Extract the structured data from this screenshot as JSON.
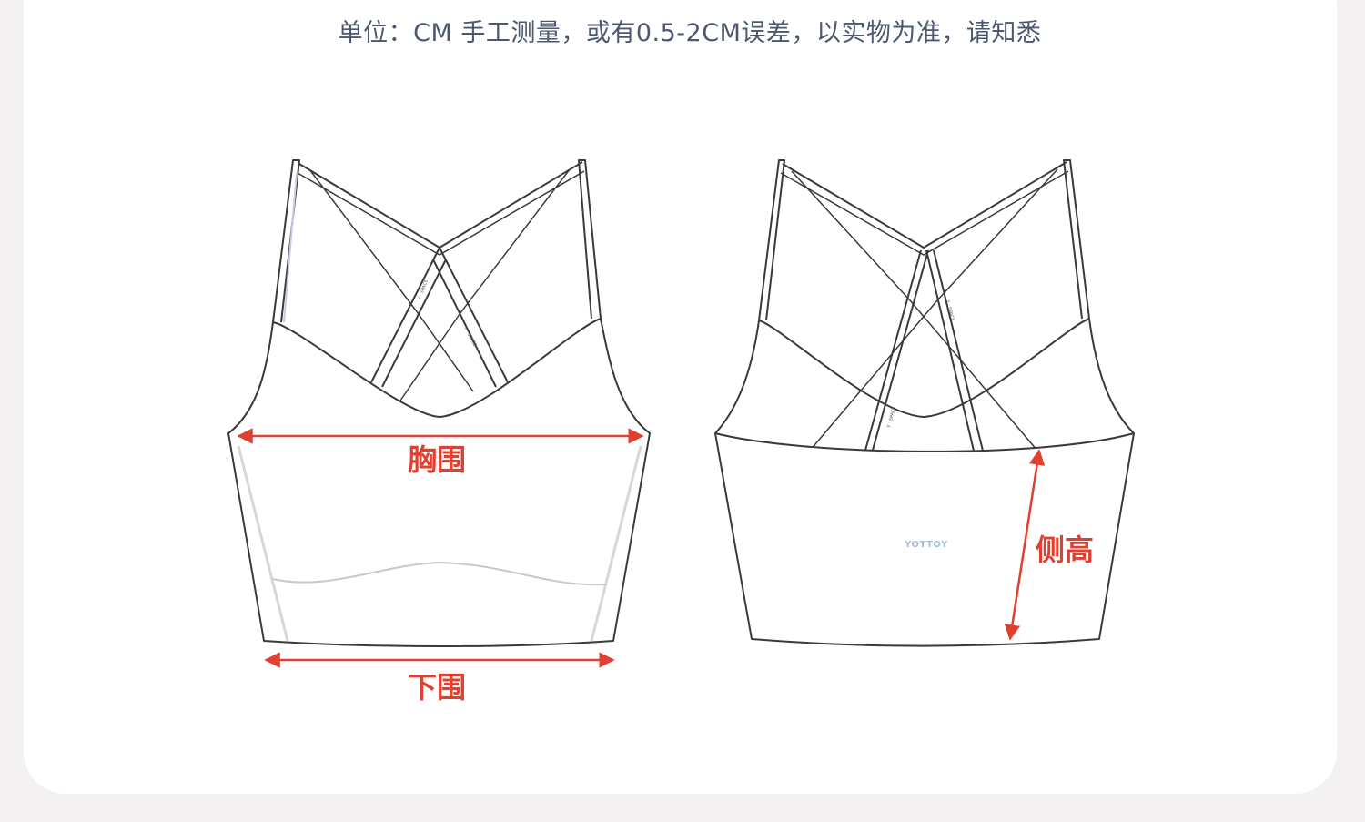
{
  "header": {
    "note": "单位：CM  手工测量，或有0.5-2CM误差，以实物为准，请知悉"
  },
  "front_view": {
    "labels": {
      "chest": "胸围",
      "hem": "下围"
    }
  },
  "back_view": {
    "labels": {
      "side_height": "侧高"
    },
    "logo_text": "YOTTOY"
  },
  "strap_print": "Y · SPACE",
  "colors": {
    "arrow": "#e0402f",
    "outline": "#3a3a3a",
    "note_text": "#4e5770",
    "logo": "#a8bddb",
    "background": "#f3f1f1",
    "card": "#ffffff"
  }
}
